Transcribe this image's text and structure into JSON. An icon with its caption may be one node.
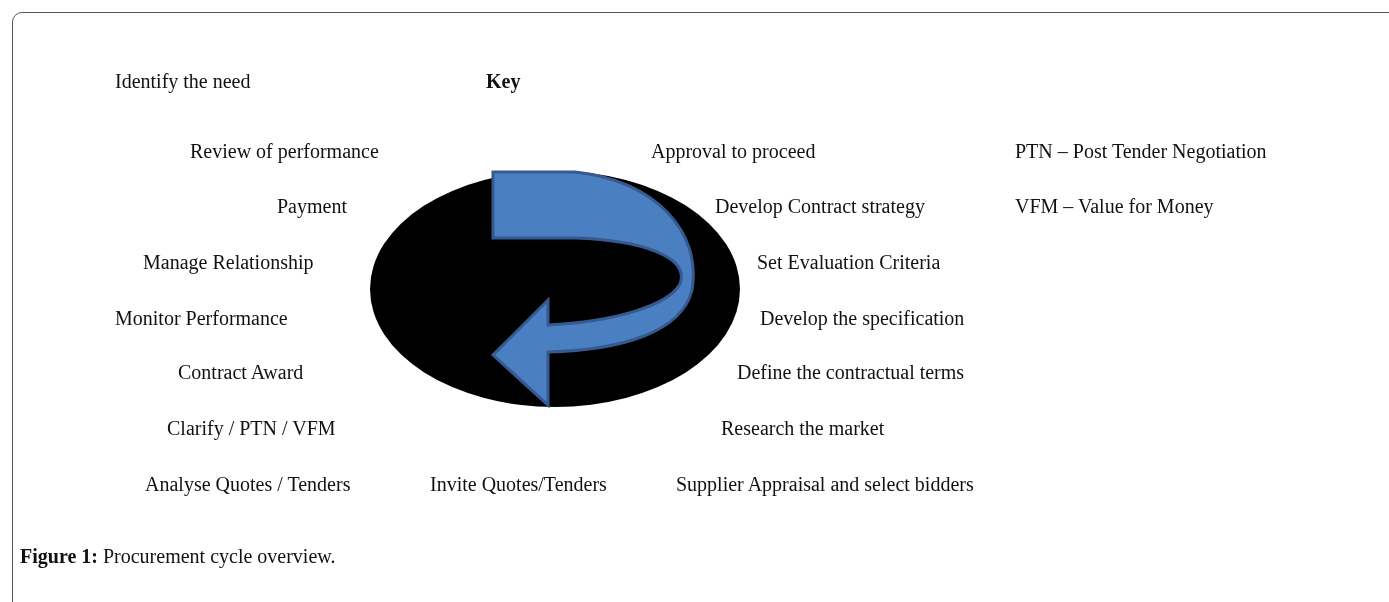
{
  "diagram": {
    "caption": "**Figure 1:** Procurement cycle overview.",
    "labels": [
      "Identify the need",
      "Key",
      "Review of performance",
      "Approval to proceed",
      "PTN – Post Tender Negotiation",
      "Payment",
      "Develop Contract strategy",
      "VFM – Value for Money",
      "Manage Relationship",
      "Set Evaluation Criteria",
      "Monitor Performance",
      "Develop the specification",
      "Contract Award",
      "Define the contractual terms",
      "Clarify / PTN / VFM",
      "Research the market",
      "Analyse Quotes / Tenders",
      "Invite Quotes/Tenders",
      "Supplier Appraisal and select bidders"
    ]
  }
}
